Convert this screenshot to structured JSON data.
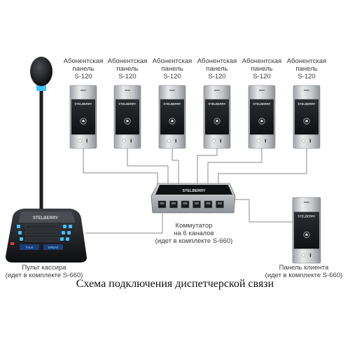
{
  "panel_label": {
    "line1": "Абонентская",
    "line2": "панель",
    "line3": "S-120"
  },
  "panels": [
    {
      "id": "panel-1"
    },
    {
      "id": "panel-2"
    },
    {
      "id": "panel-3"
    },
    {
      "id": "panel-4"
    },
    {
      "id": "panel-5"
    },
    {
      "id": "panel-6"
    }
  ],
  "brand": "STELBERRY",
  "console_buttons": {
    "left": "TALK",
    "right": "SPEAK"
  },
  "switch_label": {
    "line1": "Коммутатор",
    "line2": "на 6 каналов",
    "line3": "(идет в комплекте S-660)"
  },
  "console_label": {
    "line1": "Пульт кассира",
    "line2": "(идет в комплекте S-660)"
  },
  "client_label": {
    "line1": "Панель клиента",
    "line2": "(идет в комплекте S-660)"
  },
  "caption": "Схема подключения диспетчерской связи",
  "colors": {
    "panel_body": "#b9bcc0",
    "panel_face": "#1d1f22",
    "led": "#35b8ff",
    "wire": "#8a8a8a"
  },
  "icons": {
    "panel_call": "bell-icon"
  }
}
